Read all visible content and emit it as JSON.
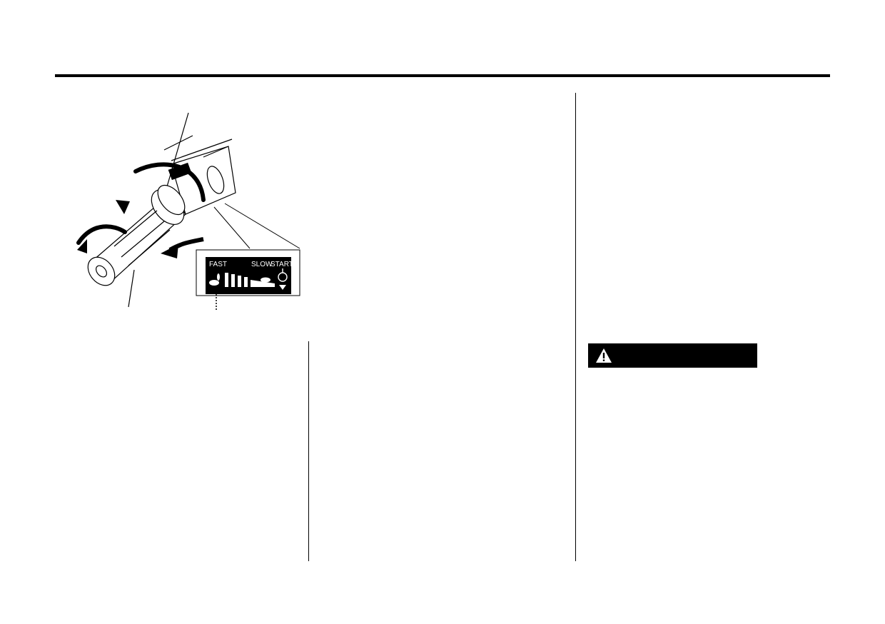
{
  "throttle_scale": {
    "fast_label": "FAST",
    "slow_label": "SLOW",
    "start_label": "START",
    "fast_icon": "rabbit-icon",
    "slow_icon": "turtle-icon",
    "start_icon": "choke-icon",
    "pointer_icon": "triangle-down-icon"
  },
  "warning": {
    "icon": "warning-triangle-icon",
    "background": "#000000"
  }
}
